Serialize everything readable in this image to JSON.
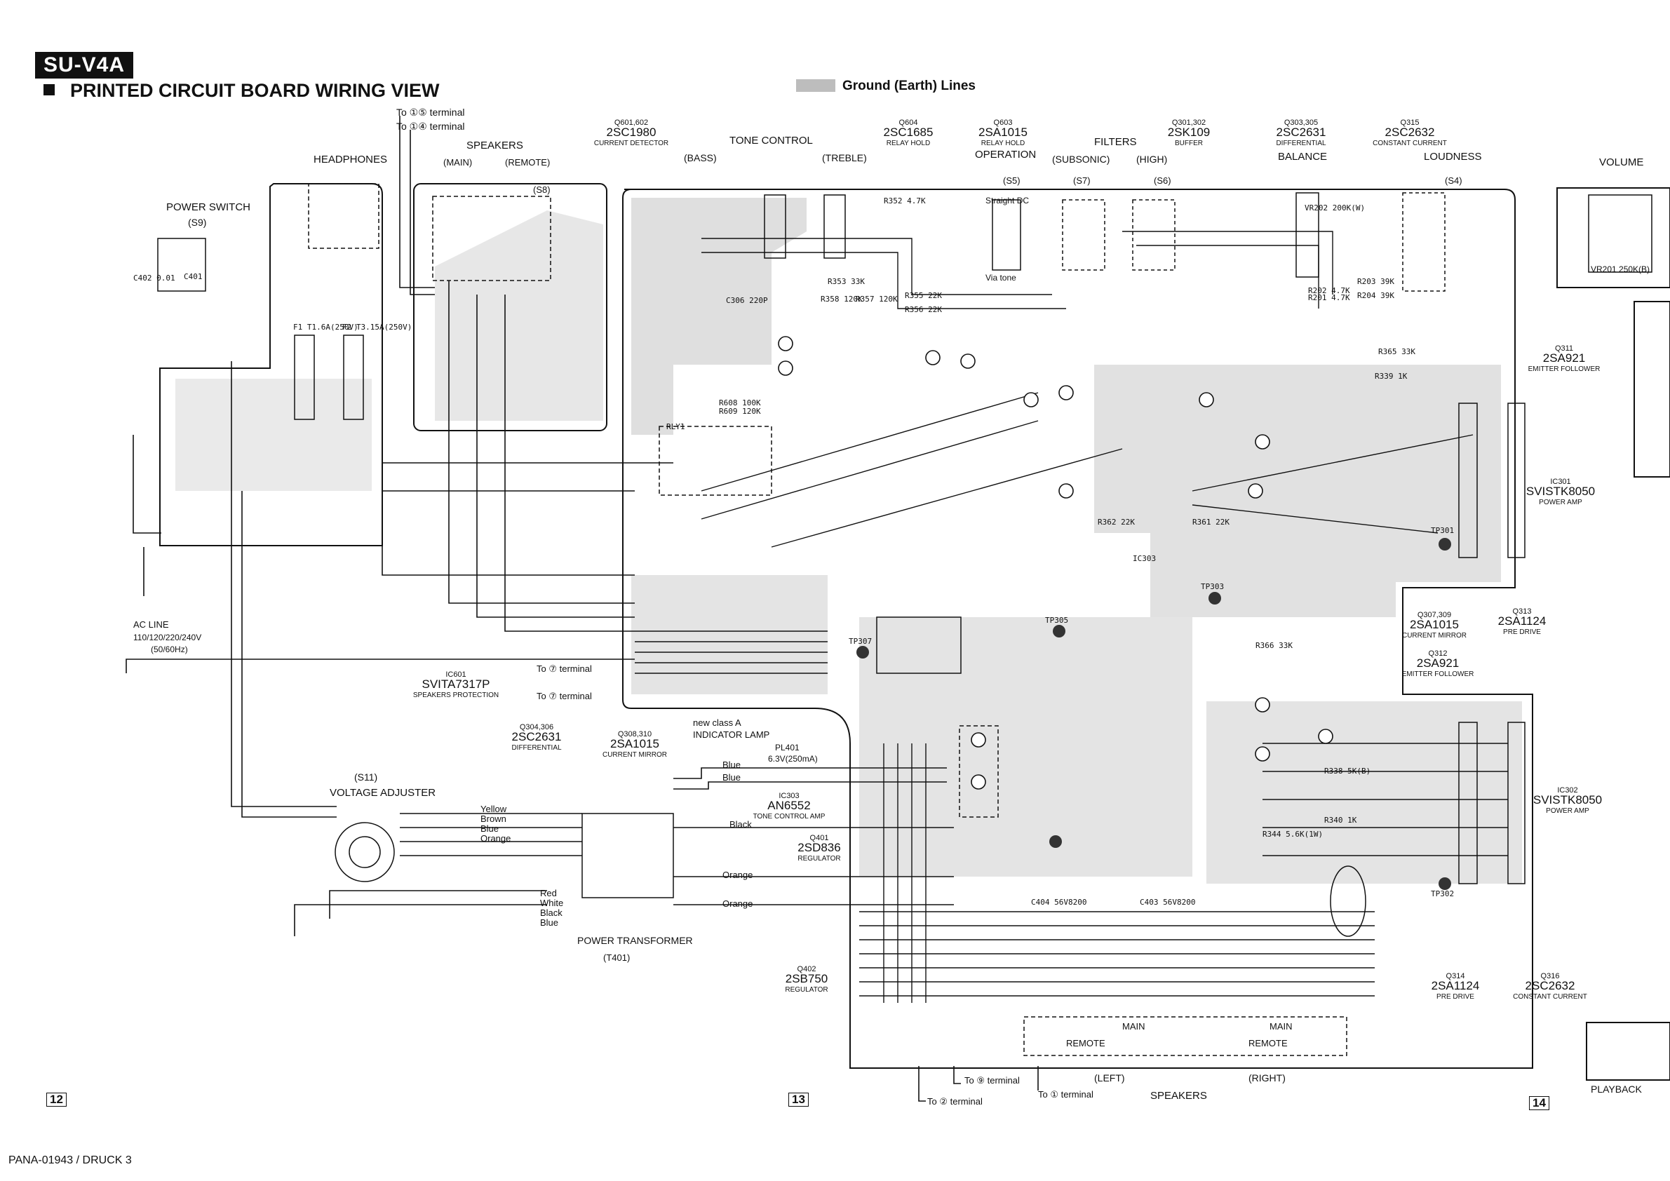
{
  "header": {
    "model": "SU-V4A",
    "title": "PRINTED CIRCUIT BOARD WIRING VIEW",
    "legend": "Ground (Earth) Lines"
  },
  "pages": [
    "12",
    "13",
    "14"
  ],
  "footer": "PANA-01943 / DRUCK 3",
  "colors": {
    "ground": "#bdbdbd",
    "trace": "#111111",
    "paper": "#ffffff"
  },
  "panels": {
    "power_switch": "POWER SWITCH",
    "power_switch_ref": "(S9)",
    "headphones": "HEADPHONES",
    "speakers": "SPEAKERS",
    "speakers_main": "(MAIN)",
    "speakers_remote": "(REMOTE)",
    "speakers_ref": "(S8)",
    "tone_control": "TONE CONTROL",
    "bass": "(BASS)",
    "treble": "(TREBLE)",
    "operation": "OPERATION",
    "operation_ref": "(S5)",
    "straight_dc": "Straight DC",
    "via_tone": "Via tone",
    "filters": "FILTERS",
    "subsonic": "(SUBSONIC)",
    "high": "(HIGH)",
    "s7": "(S7)",
    "s6": "(S6)",
    "balance": "BALANCE",
    "loudness": "LOUDNESS",
    "loudness_ref": "(S4)",
    "volume": "VOLUME",
    "vr201": "VR201  250K(B)",
    "voltage_adjuster": "VOLTAGE ADJUSTER",
    "voltage_adjuster_ref": "(S11)",
    "power_transformer": "POWER TRANSFORMER",
    "power_transformer_ref": "(T401)",
    "ac_line": "AC LINE",
    "ac_voltages": "110/120/220/240V",
    "ac_freq": "(50/60Hz)",
    "playback": "PLAYBACK",
    "left": "(LEFT)",
    "right": "(RIGHT)",
    "speakers_out": "SPEAKERS",
    "main_out": "MAIN",
    "remote_out": "REMOTE",
    "to_305": "To ①⑤ terminal",
    "to_304": "To ①④ terminal",
    "to_310": "To ⑦ terminal",
    "to_306": "To ⑦ terminal",
    "to_609": "To ⑨ terminal",
    "to_402": "To ② terminal",
    "to_401": "To ① terminal",
    "new_class_a": "new class A",
    "indicator_lamp": "INDICATOR LAMP",
    "pl401": "PL401",
    "pl401_rating": "6.3V(250mA)"
  },
  "wire_colors": {
    "yellow": "Yellow",
    "brown": "Brown",
    "blue": "Blue",
    "orange": "Orange",
    "red": "Red",
    "white": "White",
    "black": "Black"
  },
  "callouts": [
    {
      "ref": "Q601,602",
      "part": "2SC1980",
      "role": "CURRENT DETECTOR"
    },
    {
      "ref": "Q604",
      "part": "2SC1685",
      "role": "RELAY HOLD"
    },
    {
      "ref": "Q603",
      "part": "2SA1015",
      "role": "RELAY HOLD"
    },
    {
      "ref": "Q301,302",
      "part": "2SK109",
      "role": "BUFFER"
    },
    {
      "ref": "Q303,305",
      "part": "2SC2631",
      "role": "DIFFERENTIAL"
    },
    {
      "ref": "Q315",
      "part": "2SC2632",
      "role": "CONSTANT CURRENT"
    },
    {
      "ref": "Q311",
      "part": "2SA921",
      "role": "EMITTER FOLLOWER"
    },
    {
      "ref": "IC301",
      "part": "SVISTK8050",
      "role": "POWER AMP"
    },
    {
      "ref": "Q307,309",
      "part": "2SA1015",
      "role": "CURRENT MIRROR"
    },
    {
      "ref": "Q313",
      "part": "2SA1124",
      "role": "PRE DRIVE"
    },
    {
      "ref": "Q312",
      "part": "2SA921",
      "role": "EMITTER FOLLOWER"
    },
    {
      "ref": "IC302",
      "part": "SVISTK8050",
      "role": "POWER AMP"
    },
    {
      "ref": "Q314",
      "part": "2SA1124",
      "role": "PRE DRIVE"
    },
    {
      "ref": "Q316",
      "part": "2SC2632",
      "role": "CONSTANT CURRENT"
    },
    {
      "ref": "IC601",
      "part": "SVITA7317P",
      "role": "SPEAKERS PROTECTION"
    },
    {
      "ref": "Q304,306",
      "part": "2SC2631",
      "role": "DIFFERENTIAL"
    },
    {
      "ref": "Q308,310",
      "part": "2SA1015",
      "role": "CURRENT MIRROR"
    },
    {
      "ref": "IC303",
      "part": "AN6552",
      "role": "TONE CONTROL AMP"
    },
    {
      "ref": "Q401",
      "part": "2SD836",
      "role": "REGULATOR"
    },
    {
      "ref": "Q402",
      "part": "2SB750",
      "role": "REGULATOR"
    }
  ],
  "board_labels": [
    "RLY1",
    "TP301",
    "TP302",
    "TP303",
    "TP305",
    "TP307",
    "IC303",
    "F1 T1.6A(250V)",
    "F2 T3.15A(250V)",
    "C401",
    "C402 0.01",
    "C403 56V8200",
    "C404 56V8200",
    "VR202 200K(W)",
    "R365 33K",
    "R339 1K",
    "R366 33K",
    "R338 5K(B)",
    "R340 1K",
    "R344 5.6K(1W)",
    "R353 33K",
    "R352 4.7K",
    "R355 22K",
    "R356 22K",
    "R357 120K",
    "R358 120K",
    "R201 4.7K",
    "R202 4.7K",
    "R203 39K",
    "R204 39K",
    "C306 220P",
    "R361 22K",
    "R362 22K",
    "R608 100K",
    "R609 120K"
  ]
}
